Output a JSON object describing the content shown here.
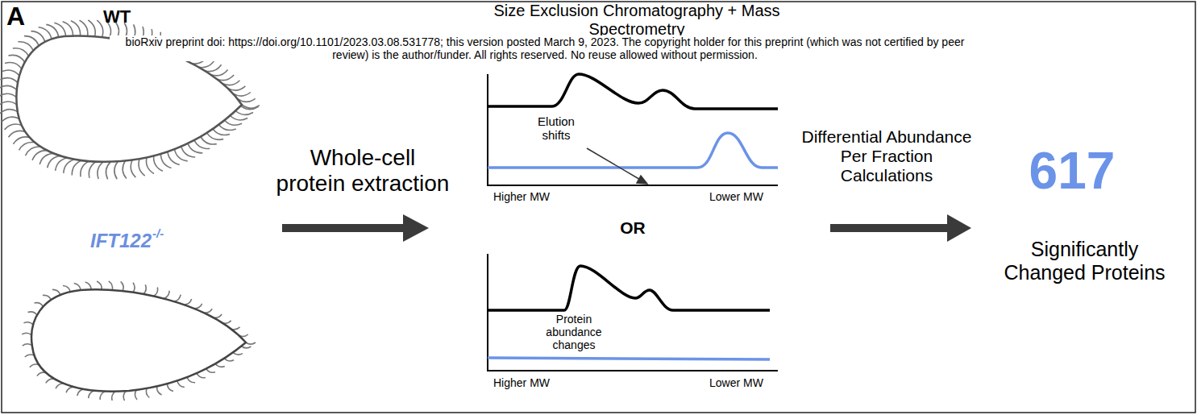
{
  "diagram": {
    "title": "Size Exclusion Chromatography + Mass Spectrometry",
    "labels": [
      "A",
      "WT",
      "IFT122",
      "-/-",
      "bioRxiv preprint doi: https://doi.org/10.1101/2023.03.08.531778; this version posted March 9, 2023. The copyright holder for this preprint (which was not certified by peer review) is the author/funder. All rights reserved. No reuse allowed without permission.",
      "Elution shifts",
      "Higher MW",
      "Lower MW",
      "OR",
      "Protein abundance changes",
      "Higher MW",
      "Lower MW",
      "Whole-cell protein extraction",
      "Differential Abundance Per Fraction Calculations",
      "617",
      "Significantly Changed Proteins"
    ]
  }
}
